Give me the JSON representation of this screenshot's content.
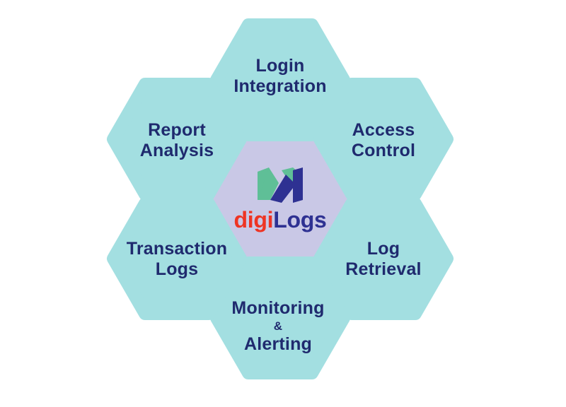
{
  "center": {
    "brand_part1": "digi",
    "brand_part2": "Logs",
    "logo_icon": "digilogs-logo-icon",
    "colors": {
      "brand_red": "#ee3424",
      "brand_blue": "#2e3192",
      "logo_green": "#5fbf97",
      "center_fill": "#c9c8e6"
    }
  },
  "petal_fill": "#a3dfe1",
  "petals": {
    "login": {
      "line1": "Login",
      "line2": "Integration"
    },
    "access": {
      "line1": "Access",
      "line2": "Control"
    },
    "log_retrieval": {
      "line1": "Log",
      "line2": "Retrieval"
    },
    "monitoring": {
      "line1": "Monitoring",
      "amp": "&",
      "line2": "Alerting"
    },
    "transaction": {
      "line1": "Transaction",
      "line2": "Logs"
    },
    "report": {
      "line1": "Report",
      "line2": "Analysis"
    }
  }
}
